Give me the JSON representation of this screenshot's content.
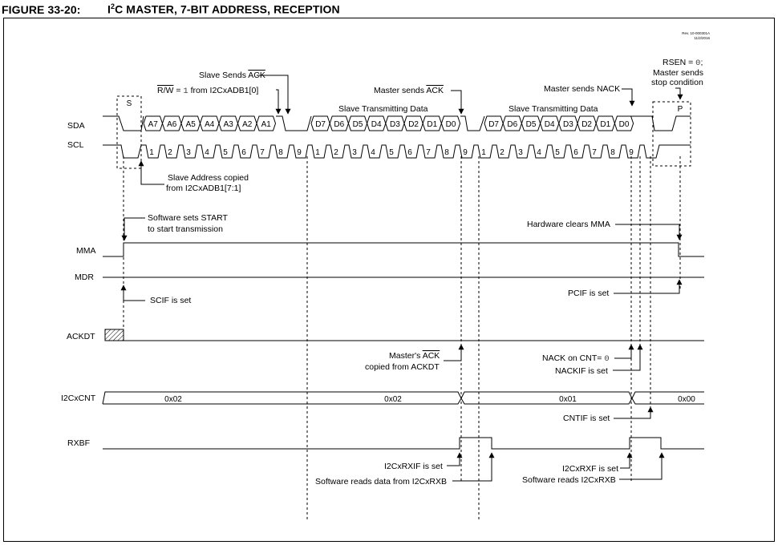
{
  "figure": {
    "number": "FIGURE 33-20:",
    "title_prefix": "I",
    "title_sup": "2",
    "title_rest": "C MASTER, 7-BIT ADDRESS, RECEPTION",
    "revision_line1": "Rev. 10-000301A",
    "revision_line2": "11/2/2016"
  },
  "signals": {
    "sda": "SDA",
    "scl": "SCL",
    "mma": "MMA",
    "mdr": "MDR",
    "ackdt": "ACKDT",
    "i2ccnt": "I2CxCNT",
    "rxbf": "RXBF"
  },
  "sda_cells": {
    "address": [
      "A7",
      "A6",
      "A5",
      "A4",
      "A3",
      "A2",
      "A1"
    ],
    "data1": [
      "D7",
      "D6",
      "D5",
      "D4",
      "D3",
      "D2",
      "D1",
      "D0"
    ],
    "data2": [
      "D7",
      "D6",
      "D5",
      "D4",
      "D3",
      "D2",
      "D1",
      "D0"
    ]
  },
  "scl_ticks": [
    "1",
    "2",
    "3",
    "4",
    "5",
    "6",
    "7",
    "8",
    "9"
  ],
  "bus_markers": {
    "start": "S",
    "stop": "P"
  },
  "cnt_values": [
    "0x02",
    "0x02",
    "0x01",
    "0x00"
  ],
  "annotations": {
    "slave_sends_ack_pre": "Slave Sends ",
    "slave_sends_ack_ol": "ACK",
    "rw_label": "R/W",
    "rw_eq": " = ",
    "rw_value": "1",
    "rw_from": " from I2CxADB1[0]",
    "master_sends_ack_pre": "Master sends ",
    "master_sends_ack_ol": "ACK",
    "master_sends_nack": "Master sends NACK",
    "rsen_label": "RSEN = ",
    "rsen_value": "0",
    "rsen_suffix": ";",
    "rsen_line2": "Master sends",
    "rsen_line3": "stop condition",
    "slave_tx_data_1": "Slave Transmitting Data",
    "slave_tx_data_2": "Slave Transmitting Data",
    "addr_copied_1": "Slave Address copied",
    "addr_copied_2": "from I2CxADB1[7:1]",
    "sw_start_1": "Software sets START",
    "sw_start_2": "to start transmission",
    "hw_clears_mma": "Hardware clears MMA",
    "scif_set": "SCIF is set",
    "pcif_set": "PCIF is set",
    "master_ack_copied_1": "Master's ",
    "master_ack_copied_ol": "ACK",
    "master_ack_copied_2": "copied from ACKDT",
    "nack_on_cnt_pre": "NACK on CNT= ",
    "nack_on_cnt_value": "0",
    "nackif_set": "NACKIF is set",
    "cntif_set": "CNTIF is set",
    "rxif_set": "I2CxRXIF is set",
    "sw_reads_1": "Software reads data from I2CxRXB",
    "rxf_set": "I2CxRXF is set",
    "sw_reads_2": "Software reads I2CxRXB"
  }
}
